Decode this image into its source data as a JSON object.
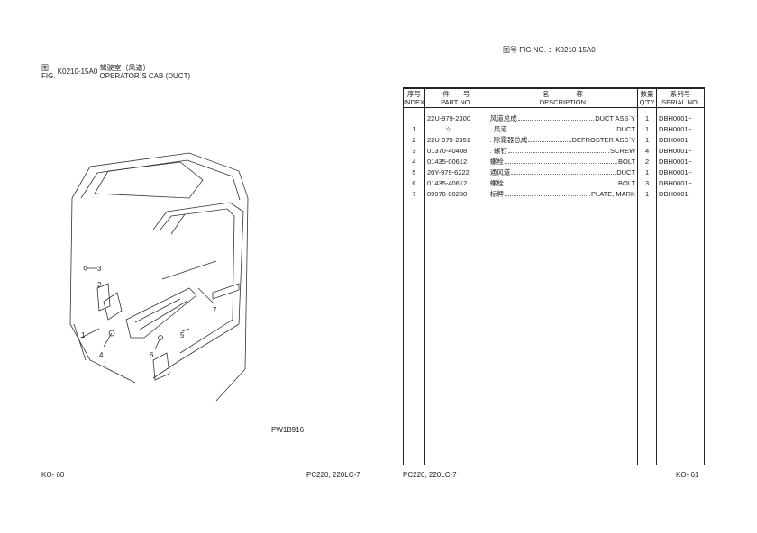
{
  "left_page": {
    "fig_label_cn": "图",
    "fig_label_en": "FIG.",
    "fig_no": "K0210-15A0",
    "title_cn": "驾驶室（风道）",
    "title_en": "OPERATOR`S CAB (DUCT)",
    "drawing_code": "PW1B916",
    "callouts": [
      "1",
      "2",
      "3",
      "4",
      "5",
      "6",
      "7"
    ],
    "footer_page": "KO- 60",
    "footer_model": "PC220, 220LC-7"
  },
  "right_page": {
    "fig_header": "图号   FIG NO.  ：K0210-15A0",
    "headers": {
      "index_cn": "序号",
      "index_en": "INDEX",
      "part_cn": "件　　号",
      "part_en": "PART NO.",
      "desc_cn": "名　　　　称",
      "desc_en": "DESCRIPTION",
      "qty_cn": "数量",
      "qty_en": "Q'TY",
      "serial_cn": "系列号",
      "serial_en": "SERIAL NO."
    },
    "rows": [
      {
        "index": "",
        "part": "22U-979-2300",
        "cn": "风道总成",
        "en": "DUCT ASS`Y",
        "qty": "1",
        "serial": "DBH0001~"
      },
      {
        "index": "1",
        "part": "☆",
        "cn": ". 风道",
        "en": "DUCT",
        "qty": "1",
        "serial": "DBH0001~"
      },
      {
        "index": "2",
        "part": "22U-979-2351",
        "cn": ". 除霜器总成",
        "en": "DEFROSTER ASS`Y",
        "qty": "1",
        "serial": "DBH0001~"
      },
      {
        "index": "3",
        "part": "01370-40408",
        "cn": ". 螺钉",
        "en": "SCREW",
        "qty": "4",
        "serial": "DBH0001~"
      },
      {
        "index": "4",
        "part": "01435-00612",
        "cn": "螺栓",
        "en": "BOLT",
        "qty": "2",
        "serial": "DBH0001~"
      },
      {
        "index": "5",
        "part": "20Y-979-6222",
        "cn": "通风道",
        "en": "DUCT",
        "qty": "1",
        "serial": "DBH0001~"
      },
      {
        "index": "6",
        "part": "01435-40612",
        "cn": "螺栓",
        "en": "BOLT",
        "qty": "3",
        "serial": "DBH0001~"
      },
      {
        "index": "7",
        "part": "09970-00230",
        "cn": "标牌",
        "en": "PLATE, MARK",
        "qty": "1",
        "serial": "DBH0001~"
      }
    ],
    "footer_model": "PC220, 220LC-7",
    "footer_page": "KO- 61"
  }
}
